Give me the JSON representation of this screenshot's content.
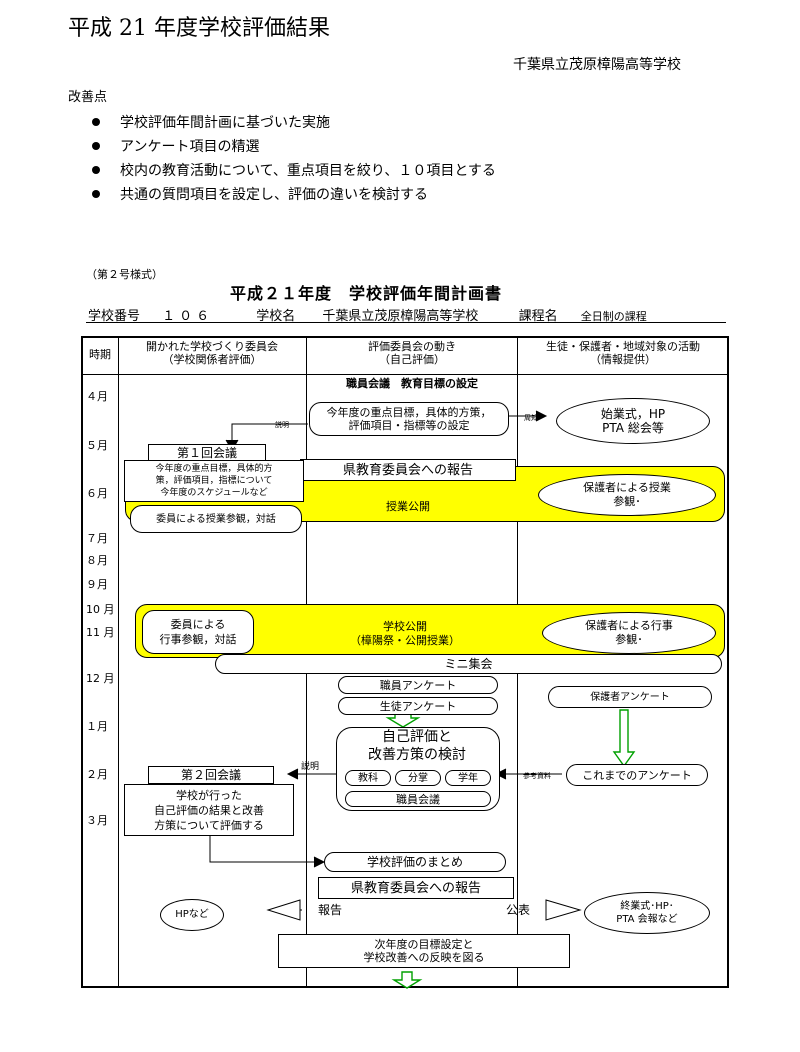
{
  "title": "平成 21 年度学校評価結果",
  "school_name": "千葉県立茂原樟陽高等学校",
  "improvement_heading": "改善点",
  "improvements": [
    "学校評価年間計画に基づいた実施",
    "アンケート項目の精選",
    "校内の教育活動について、重点項目を絞り、１０項目とする",
    "共通の質問項目を設定し、評価の違いを検討する"
  ],
  "form_number": "（第２号様式）",
  "plan_title": "平成２１年度　学校評価年間計画書",
  "info": {
    "school_no_label": "学校番号",
    "school_no_value": "１０６",
    "school_name_label": "学校名",
    "school_name_value": "千葉県立茂原樟陽高等学校",
    "course_label": "課程名",
    "course_value": "全日制の課程"
  },
  "table_headers": {
    "period": "時期",
    "committee": "開かれた学校づくり委員会",
    "committee_sub": "（学校関係者評価）",
    "staff": "評価委員会の動き",
    "staff_sub": "（自己評価）",
    "parents": "生徒・保護者・地域対象の活動",
    "parents_sub": "（情報提供）"
  },
  "months": [
    "４月",
    "５月",
    "６月",
    "７月",
    "８月",
    "９月",
    "10 月",
    "11 月",
    "12 月",
    "１月",
    "２月",
    "３月"
  ],
  "flow": {
    "staff_meeting_goals": "職員会議　教育目標の設定",
    "priority_goals": "今年度の重点目標，具体的方策，",
    "priority_goals_2": "評価項目・指標等の設定",
    "explain_1": "説明",
    "notify": "周知",
    "opening": "始業式，HP",
    "opening_2": "PTA 総会等",
    "first_meeting": "第１回会議",
    "first_meeting_desc_1": "今年度の重点目標，具体的方",
    "first_meeting_desc_2": "策，評価項目，指標について",
    "first_meeting_desc_3": "今年度のスケジュールなど",
    "report_board_1": "県教育委員会への報告",
    "class_visit_committee": "委員による授業参観，対話",
    "open_classes": "授業公開",
    "parent_class_visit": "保護者による授業",
    "parent_class_visit_2": "参観･",
    "committee_event_visit": "委員による",
    "committee_event_visit_2": "行事参観，対話",
    "school_open": "学校公開",
    "school_open_sub": "（樟陽祭・公開授業）",
    "parent_event_visit": "保護者による行事",
    "parent_event_visit_2": "参観･",
    "mini_meeting": "ミニ集会",
    "staff_survey": "職員アンケート",
    "student_survey": "生徒アンケート",
    "parent_survey": "保護者アンケート",
    "self_eval": "自己評価と",
    "self_eval_2": "改善方策の検討",
    "subject": "教科",
    "division": "分掌",
    "grade": "学年",
    "staff_meeting": "職員会議",
    "reference": "参考資料",
    "past_surveys": "これまでのアンケート",
    "explain_2": "説明",
    "second_meeting": "第２回会議",
    "second_meeting_desc_1": "学校が行った",
    "second_meeting_desc_2": "自己評価の結果と改善",
    "second_meeting_desc_3": "方策について評価する",
    "summary": "学校評価のまとめ",
    "report_board_2": "県教育委員会への報告",
    "hp": "HPなど",
    "report": "報告",
    "publish": "公表",
    "closing": "終業式･HP･",
    "closing_2": "PTA 会報など",
    "next_year": "次年度の目標設定と",
    "next_year_2": "学校改善への反映を図る"
  }
}
